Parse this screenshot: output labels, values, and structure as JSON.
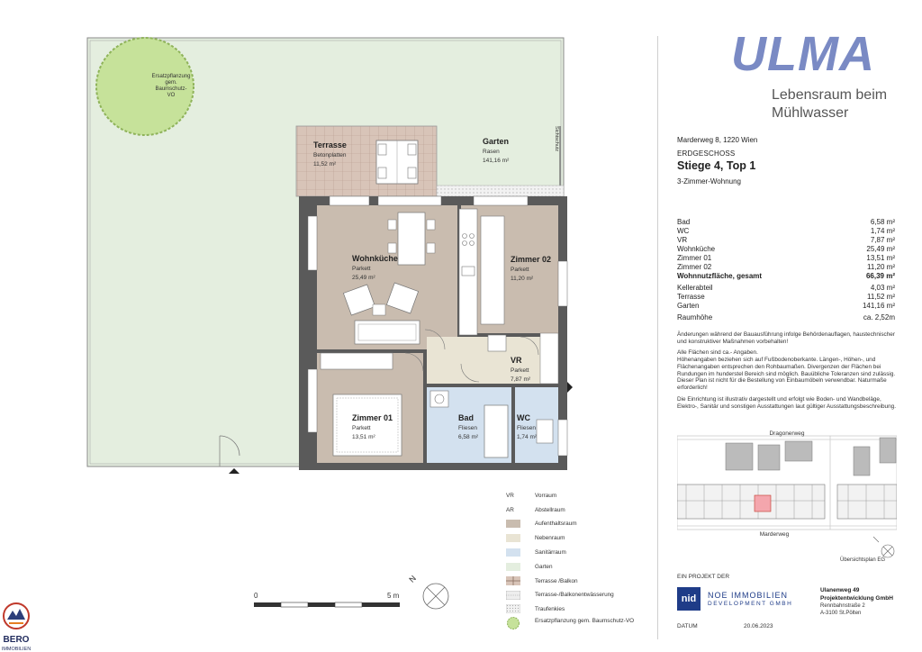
{
  "header": {
    "logo_text": "ULMA",
    "tagline_line1": "Lebensraum beim",
    "tagline_line2": "Mühlwasser",
    "address": "Marderweg 8, 1220 Wien",
    "floor": "ERDGESCHOSS",
    "unit": "Stiege 4, Top 1",
    "unit_type": "3-Zimmer-Wohnung"
  },
  "areas": [
    {
      "label": "Bad",
      "value": "6,58 m²"
    },
    {
      "label": "WC",
      "value": "1,74 m²"
    },
    {
      "label": "VR",
      "value": "7,87 m²"
    },
    {
      "label": "Wohnküche",
      "value": "25,49 m²"
    },
    {
      "label": "Zimmer 01",
      "value": "13,51 m²"
    },
    {
      "label": "Zimmer 02",
      "value": "11,20 m²"
    },
    {
      "label": "Wohnnutzfläche, gesamt",
      "value": "66,39 m²"
    }
  ],
  "areas_extra": [
    {
      "label": "Kellerabteil",
      "value": "4,03 m²"
    },
    {
      "label": "Terrasse",
      "value": "11,52 m²"
    },
    {
      "label": "Garten",
      "value": "141,16 m²"
    }
  ],
  "height": {
    "label": "Raumhöhe",
    "value": "ca. 2,52m"
  },
  "notes": {
    "p1": "Änderungen während der Bauausführung infolge Behördenauflagen, haustechnischer und konstruktiver Maßnahmen vorbehalten!",
    "p2": "Alle Flächen sind ca.- Angaben.",
    "p3": "Höhenangaben beziehen sich auf Fußbodenoberkante. Längen-, Höhen-, und Flächenangaben entsprechen den Rohbaumaßen. Divergenzen der Flächen bei Rundungen im hunderstel Bereich sind möglich. Bauübliche Toleranzen sind zulässig. Dieser Plan ist nicht für die Bestellung von Einbaumöbeln verwendbar. Naturmaße erforderlich!",
    "p4": "Die Einrichtung ist illustrativ dargestellt und erfolgt wie Boden- und Wandbeläge, Elektro-, Sanitär und sonstigen Ausstattungen laut gültiger Ausstattungsbeschreibung."
  },
  "overview": {
    "street_top": "Dragonerweg",
    "street_bottom": "Marderweg",
    "caption": "Übersichtsplan EG"
  },
  "project": {
    "label": "EIN PROJEKT DER",
    "developer_line1": "NOE IMMOBILIEN",
    "developer_line2": "DEVELOPMENT GMBH",
    "developer_mark": "nid",
    "company_line1": "Ulanenweg 49",
    "company_line2": "Projektentwicklung GmbH",
    "company_line3": "Rennbahnstraße 2",
    "company_line4": "A-3100 St.Pölten",
    "date_label": "DATUM",
    "date_value": "20.06.2023"
  },
  "legend": [
    {
      "abbr": "VR",
      "text": "Vorraum"
    },
    {
      "abbr": "AR",
      "text": "Abstellraum"
    },
    {
      "abbr": "",
      "text": "Aufenthaltsraum",
      "color": "#c9bcaf"
    },
    {
      "abbr": "",
      "text": "Nebenraum",
      "color": "#e9e4d4"
    },
    {
      "abbr": "",
      "text": "Sanitärraum",
      "color": "#d3e1ef"
    },
    {
      "abbr": "",
      "text": "Garten",
      "color": "#e4eedf"
    },
    {
      "abbr": "",
      "text": "Terrasse /Balkon"
    },
    {
      "abbr": "",
      "text": "Terrasse-/Balkonentwässerung"
    },
    {
      "abbr": "",
      "text": "Traufenkies"
    },
    {
      "abbr": "",
      "text": "Ersatzpflanzung gem. Baumschutz-VO"
    }
  ],
  "plan": {
    "tree_label_1": "Ersatzpflanzung",
    "tree_label_2": "gem.",
    "tree_label_3": "Baumschutz-",
    "tree_label_4": "VO",
    "terrasse": {
      "name": "Terrasse",
      "material": "Betonplatten",
      "area": "11,52 m²"
    },
    "garten": {
      "name": "Garten",
      "material": "Rasen",
      "area": "141,16 m²"
    },
    "sichtschutz": "Sichtschutz",
    "wohnkueche": {
      "name": "Wohnküche",
      "material": "Parkett",
      "area": "25,49 m²"
    },
    "zimmer02": {
      "name": "Zimmer 02",
      "material": "Parkett",
      "area": "11,20 m²"
    },
    "vr": {
      "name": "VR",
      "material": "Parkett",
      "area": "7,87 m²"
    },
    "zimmer01": {
      "name": "Zimmer 01",
      "material": "Parkett",
      "area": "13,51 m²"
    },
    "bad": {
      "name": "Bad",
      "material": "Fliesen",
      "area": "6,58 m²"
    },
    "wc": {
      "name": "WC",
      "material": "Fliesen",
      "area": "1,74 m²"
    },
    "scale_start": "0",
    "scale_end": "5 m",
    "north": "N"
  },
  "brand": {
    "name": "BERO",
    "sub": "IMMOBILIEN"
  },
  "colors": {
    "aufenthalt": "#c9bcaf",
    "neben": "#e9e4d4",
    "sanitaer": "#d3e1ef",
    "garten": "#e4eedf",
    "tree": "#c6e29a",
    "ulma": "#7a8ac4"
  }
}
